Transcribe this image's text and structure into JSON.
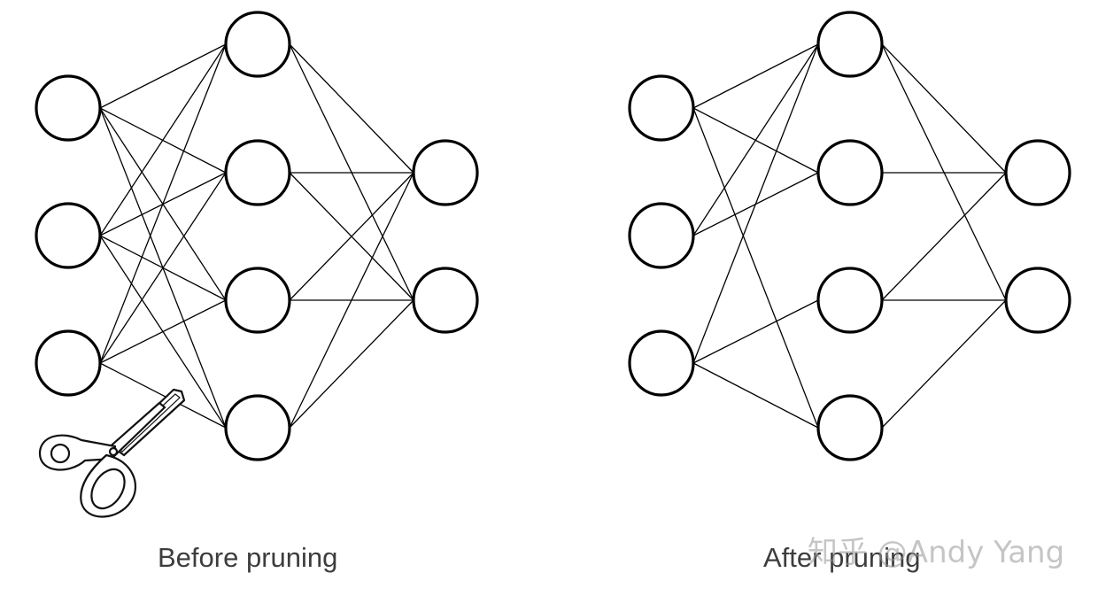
{
  "colors": {
    "stroke": "#000000",
    "node_fill": "#ffffff",
    "caption": "#3d3d3d"
  },
  "captions": {
    "before": "Before pruning",
    "after": "After pruning"
  },
  "watermark": "知乎 @Andy Yang",
  "icons": {
    "cutter": "scissors-icon"
  },
  "networks": [
    {
      "id": "before",
      "layers": [
        3,
        4,
        2
      ],
      "edges_layer1": [
        [
          0,
          0
        ],
        [
          0,
          1
        ],
        [
          0,
          2
        ],
        [
          0,
          3
        ],
        [
          1,
          0
        ],
        [
          1,
          1
        ],
        [
          1,
          2
        ],
        [
          1,
          3
        ],
        [
          2,
          0
        ],
        [
          2,
          1
        ],
        [
          2,
          2
        ],
        [
          2,
          3
        ]
      ],
      "edges_layer2": [
        [
          0,
          0
        ],
        [
          0,
          1
        ],
        [
          1,
          0
        ],
        [
          1,
          1
        ],
        [
          2,
          0
        ],
        [
          2,
          1
        ],
        [
          3,
          0
        ],
        [
          3,
          1
        ]
      ]
    },
    {
      "id": "after",
      "layers": [
        3,
        4,
        2
      ],
      "edges_layer1": [
        [
          0,
          0
        ],
        [
          0,
          1
        ],
        [
          0,
          3
        ],
        [
          1,
          0
        ],
        [
          1,
          1
        ],
        [
          2,
          0
        ],
        [
          2,
          2
        ],
        [
          2,
          3
        ]
      ],
      "edges_layer2": [
        [
          0,
          0
        ],
        [
          0,
          1
        ],
        [
          1,
          0
        ],
        [
          2,
          0
        ],
        [
          2,
          1
        ],
        [
          3,
          1
        ]
      ]
    }
  ]
}
